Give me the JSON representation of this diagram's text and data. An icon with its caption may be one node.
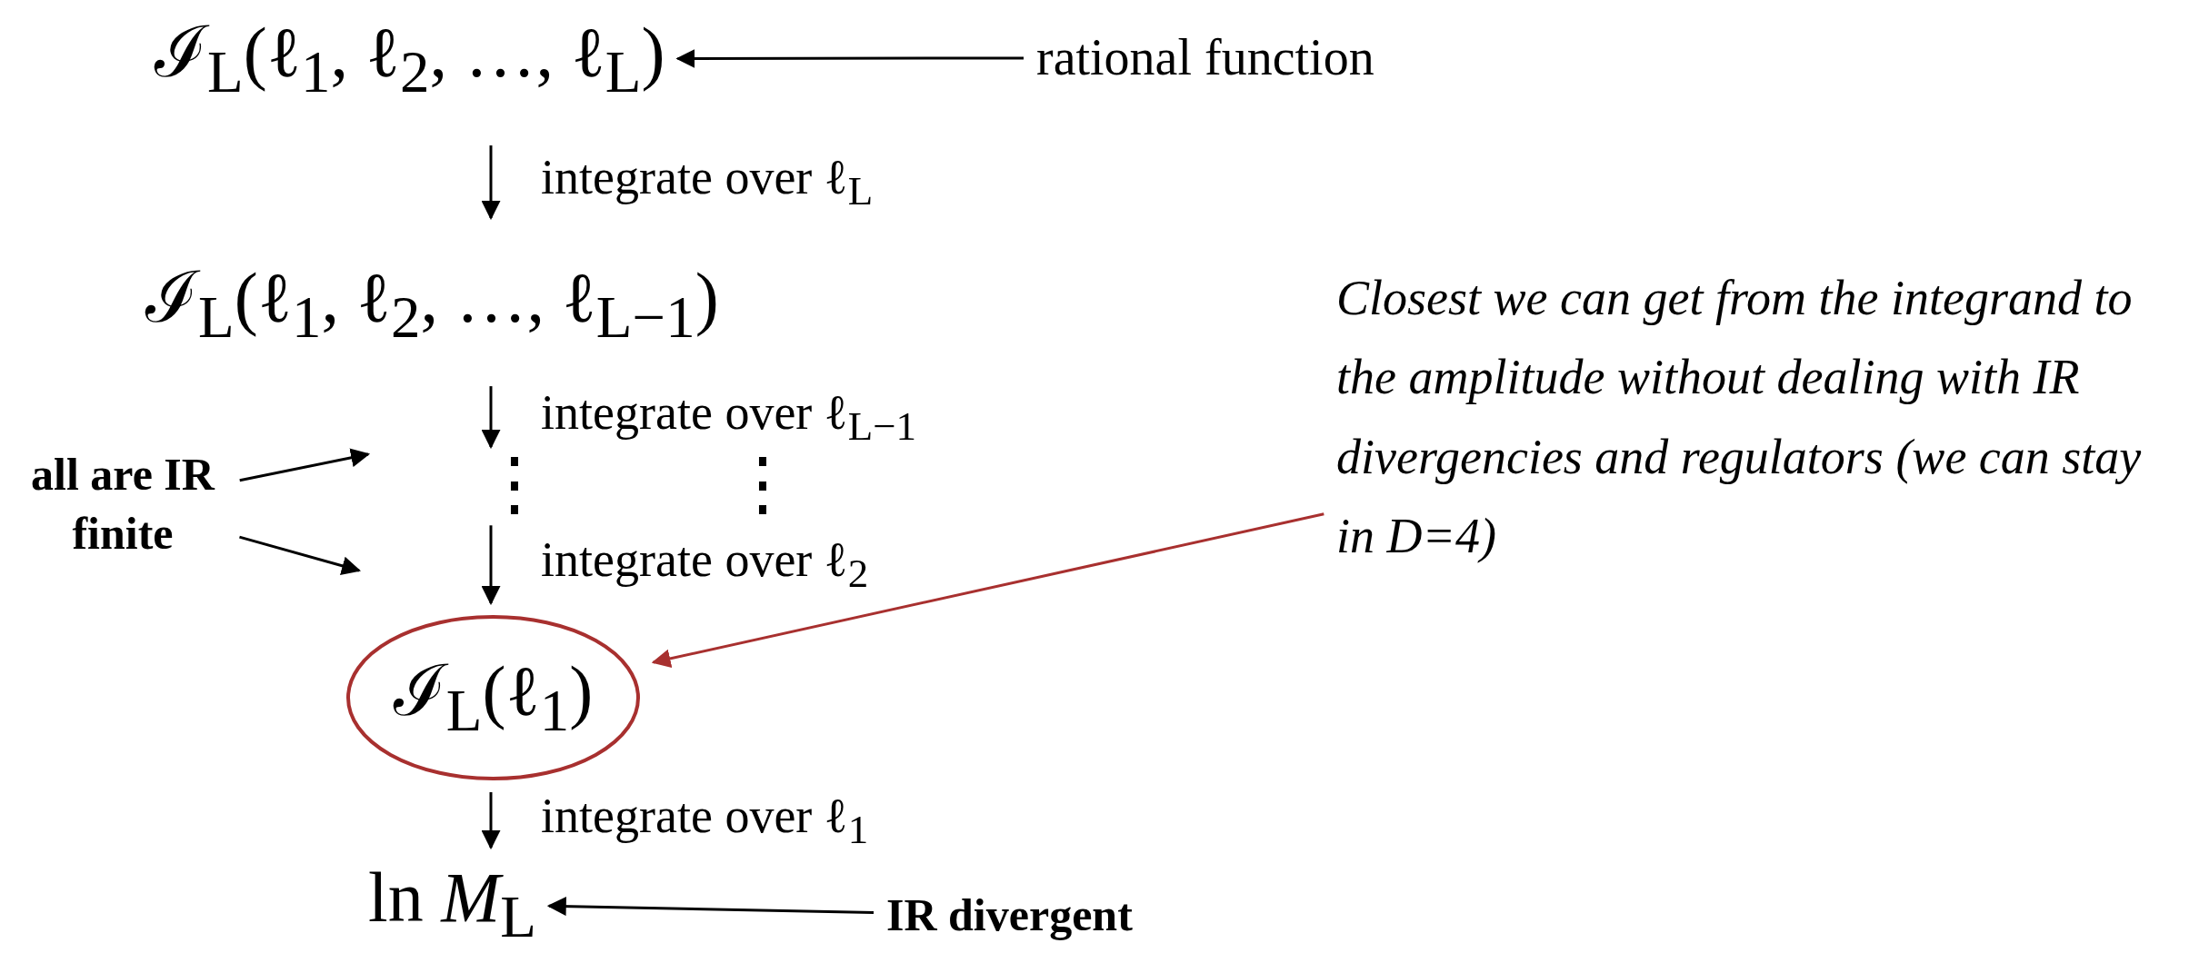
{
  "diagram": {
    "nodes": [
      {
        "text": [
          "ℐ$_{L}$(ℓ$_{1}$, ℓ$_{2}$, …, ℓ$_{L}$)"
        ]
      },
      {
        "text": [
          "rational function"
        ]
      },
      {
        "text": [
          "ℐ$_{L}$(ℓ$_{1}$, ℓ$_{2}$, …, ℓ$_{L−1}$)"
        ]
      },
      {
        "text": [
          "⋮"
        ]
      },
      {
        "text": [
          "ℐ$_{L}$(ℓ$_{1}$)"
        ]
      },
      {
        "text": [
          "ln *M*$_{L}$"
        ]
      },
      {
        "text": [
          "all are IR finite"
        ]
      },
      {
        "text": [
          "IR divergent"
        ]
      },
      {
        "text": [
          "Closest we can get from the integrand to the amplitude without dealing with IR divergencies and regulators (we can stay in D=4)"
        ]
      }
    ],
    "edges": [
      {
        "from": 1,
        "to": 0,
        "arrow": "to"
      },
      {
        "from": 0,
        "to": 2,
        "arrow": "to",
        "label": "integrate over ℓ$_{L}$"
      },
      {
        "from": 2,
        "to": 3,
        "arrow": "to",
        "label": "integrate over ℓ$_{L−1}$"
      },
      {
        "from": 6,
        "to": null,
        "arrow": "to"
      },
      {
        "from": 6,
        "to": null,
        "arrow": "to"
      },
      {
        "from": 3,
        "to": 4,
        "arrow": "to",
        "label": "integrate over ℓ$_{2}$"
      },
      {
        "from": 8,
        "to": 4,
        "arrow": "to",
        "color": "#a8302f"
      },
      {
        "from": 4,
        "to": 5,
        "arrow": "to",
        "label": "integrate over ℓ$_{1}$"
      },
      {
        "from": 7,
        "to": 5,
        "arrow": "to"
      }
    ],
    "labels": [
      "⋮"
    ]
  }
}
